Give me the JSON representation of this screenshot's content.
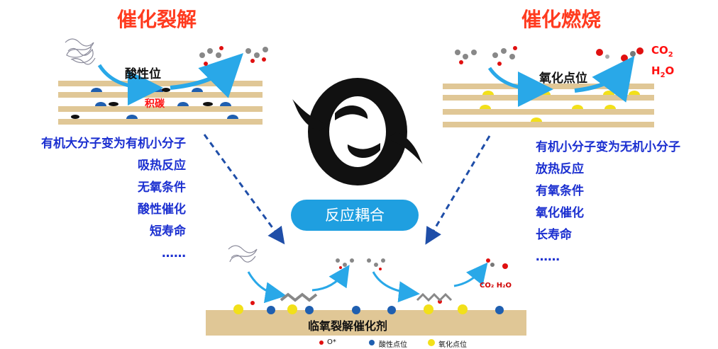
{
  "titles": {
    "left": "催化裂解",
    "right": "催化燃烧"
  },
  "left_panel": {
    "site_label": "酸性位",
    "coke_label": "积碳",
    "properties": [
      "有机大分子变为有机小分子",
      "吸热反应",
      "无氧条件",
      "酸性催化",
      "短寿命",
      "……"
    ]
  },
  "right_panel": {
    "site_label": "氧化点位",
    "products": {
      "co2": "CO",
      "co2_sub": "2",
      "h2o_h": "H",
      "h2o_sub": "2",
      "h2o_o": "O"
    },
    "properties": [
      "有机小分子变为无机小分子",
      "放热反应",
      "有氧条件",
      "氧化催化",
      "长寿命",
      "……"
    ]
  },
  "center": {
    "coupling_label": "反应耦合"
  },
  "bottom": {
    "catalyst_label": "临氧裂解催化剂",
    "products_label": "CO₂ H₂O",
    "legend": [
      {
        "label": "O*",
        "color": "#e01010"
      },
      {
        "label": "酸性点位",
        "color": "#1f5fb0"
      },
      {
        "label": "氧化点位",
        "color": "#f2e01a"
      }
    ]
  },
  "colors": {
    "title": "#ff3b1f",
    "list_text": "#1b2fd0",
    "arrow": "#29a8e8",
    "dashed_arrow": "#1f4ea8",
    "pill": "#1f9fe0",
    "layer": "#e0c796"
  }
}
